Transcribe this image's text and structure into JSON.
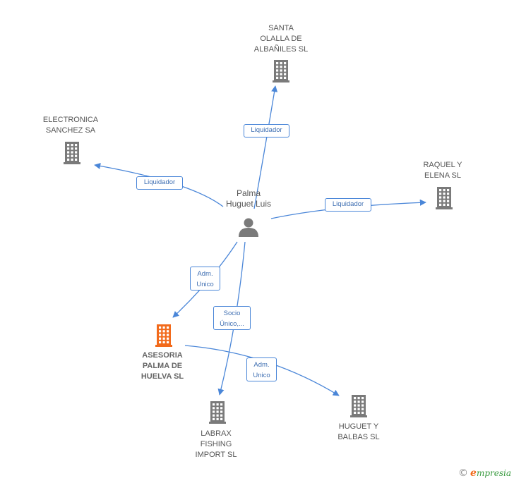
{
  "nodes": [
    {
      "id": "palma",
      "type": "person",
      "label": "Palma\nHuguet Luis"
    },
    {
      "id": "santa",
      "type": "company",
      "label": "SANTA\nOLALLA DE\nALBAÑILES SL"
    },
    {
      "id": "electronica",
      "type": "company",
      "label": "ELECTRONICA\nSANCHEZ SA"
    },
    {
      "id": "raquel",
      "type": "company",
      "label": "RAQUEL Y\nELENA SL"
    },
    {
      "id": "asesoria",
      "type": "company-main",
      "label": "ASESORIA\nPALMA DE\nHUELVA SL"
    },
    {
      "id": "labrax",
      "type": "company",
      "label": "LABRAX\nFISHING\nIMPORT  SL"
    },
    {
      "id": "huguet",
      "type": "company",
      "label": "HUGUET Y\nBALBAS SL"
    }
  ],
  "edges": [
    {
      "from": "palma",
      "to": "santa",
      "label": "Liquidador"
    },
    {
      "from": "palma",
      "to": "electronica",
      "label": "Liquidador"
    },
    {
      "from": "palma",
      "to": "raquel",
      "label": "Liquidador"
    },
    {
      "from": "palma",
      "to": "asesoria",
      "label": "Adm.\nUnico"
    },
    {
      "from": "palma",
      "to": "labrax",
      "label": "Socio\nÚnico,..."
    },
    {
      "from": "asesoria",
      "to": "huguet",
      "label": "Adm.\nUnico"
    }
  ],
  "colors": {
    "edge": "#4a86d8",
    "company_icon": "#7a7a7a",
    "main_icon": "#f26a1b",
    "person_icon": "#7a7a7a"
  },
  "footer": {
    "copyright": "©",
    "brand_initial": "e",
    "brand_rest": "mpresia"
  }
}
